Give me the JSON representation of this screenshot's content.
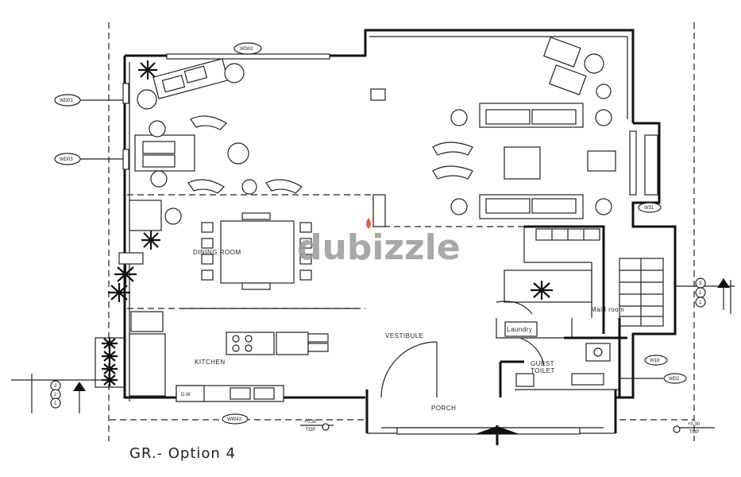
{
  "plan": {
    "caption": "GR.- Option 4",
    "rooms": {
      "dining": "DINING ROOM",
      "kitchen": "KITCHEN",
      "vestibule": "VESTIBULE",
      "laundry": "Laundry",
      "guest_toilet_1": "GUEST",
      "guest_toilet_2": "TOILET",
      "maid_room": "Maid room",
      "porch": "PORCH",
      "dw": "D.W"
    },
    "window_tags": {
      "top": "WD02",
      "left_upper": "WD03",
      "left_lower": "WD03",
      "right_upper": "W31",
      "right_lower": "W18",
      "right_toilet": "WD2",
      "bottom": "WW43"
    },
    "levels": {
      "left_value": "+0.30",
      "left_label": "TOP",
      "right_value": "+0.30",
      "right_label": "TOP"
    },
    "section_markers": {
      "left": [
        "3",
        "2",
        "1"
      ],
      "right": [
        "3",
        "2",
        "1"
      ]
    },
    "watermark": "dubizzle"
  }
}
